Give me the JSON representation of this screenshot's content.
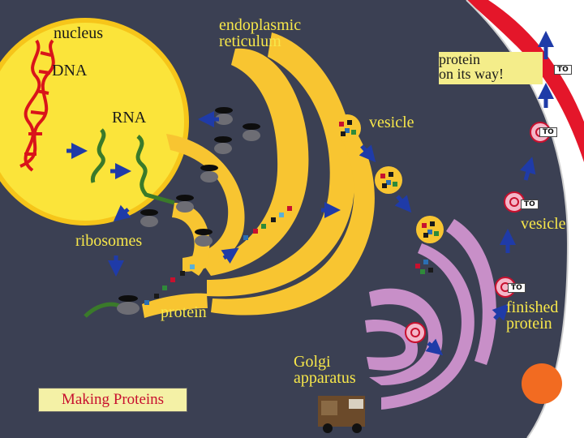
{
  "labels": {
    "nucleus": "nucleus",
    "er": "endoplasmic\nreticulum",
    "dna": "DNA",
    "rna": "RNA",
    "ribosomes": "ribosomes",
    "vesicle_top": "vesicle",
    "vesicle_right": "vesicle",
    "protein_on_way": "protein\non its way!",
    "protein": "protein",
    "golgi": "Golgi\napparatus",
    "finished_protein": "finished\nprotein",
    "title": "Making Proteins"
  },
  "tags": [
    "TO",
    "TO",
    "TO",
    "TO"
  ],
  "colors": {
    "cytoplasm": "#3b4053",
    "nucleus": "#fbe43a",
    "nucleus_border": "#f6c51a",
    "er": "#f8c531",
    "golgi": "#c88fc8",
    "membrane": "#e4162a",
    "dna": "#d9141a",
    "rna": "#3a7a2a",
    "arrow": "#1f3ba8",
    "orange_dot": "#f26b21"
  },
  "icons": [
    "dna-helix-icon",
    "rna-strand-icon",
    "ribosome-icon",
    "vesicle-icon",
    "protein-chain-icon",
    "delivery-truck-icon"
  ]
}
